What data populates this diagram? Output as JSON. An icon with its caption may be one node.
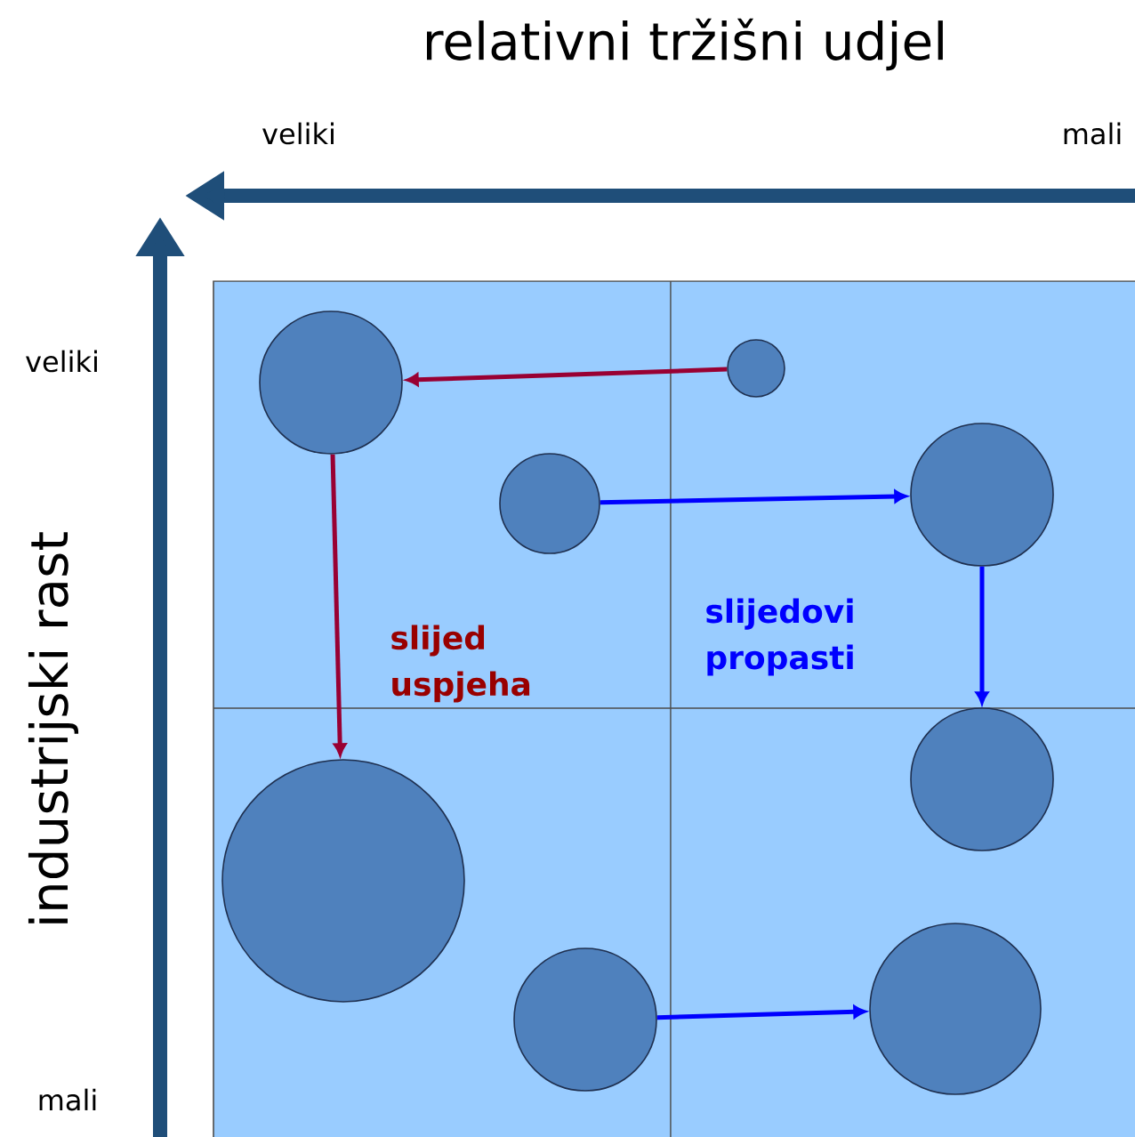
{
  "diagram": {
    "nodes": [
      {
        "text": [],
        "shape": "circle"
      },
      {
        "text": [],
        "shape": "circle"
      },
      {
        "text": [],
        "shape": "circle"
      },
      {
        "text": [],
        "shape": "circle"
      },
      {
        "text": [],
        "shape": "circle"
      },
      {
        "text": [],
        "shape": "circle"
      },
      {
        "text": [],
        "shape": "circle"
      },
      {
        "text": [],
        "shape": "circle"
      }
    ],
    "edges": [
      {
        "from": 1,
        "to": 0,
        "arrow": "to",
        "color": "#990033"
      },
      {
        "from": 0,
        "to": 4,
        "arrow": "to",
        "color": "#990033"
      },
      {
        "from": 2,
        "to": 3,
        "arrow": "to"
      },
      {
        "from": 3,
        "to": 5,
        "arrow": "to"
      },
      {
        "from": 6,
        "to": 7,
        "arrow": "to"
      }
    ],
    "labels": [
      "relativni tržišni udjel",
      "veliki",
      "mali",
      "veliki",
      "industrijski rast",
      "slijed uspjeha",
      "slijedovi propasti",
      "mali"
    ]
  }
}
